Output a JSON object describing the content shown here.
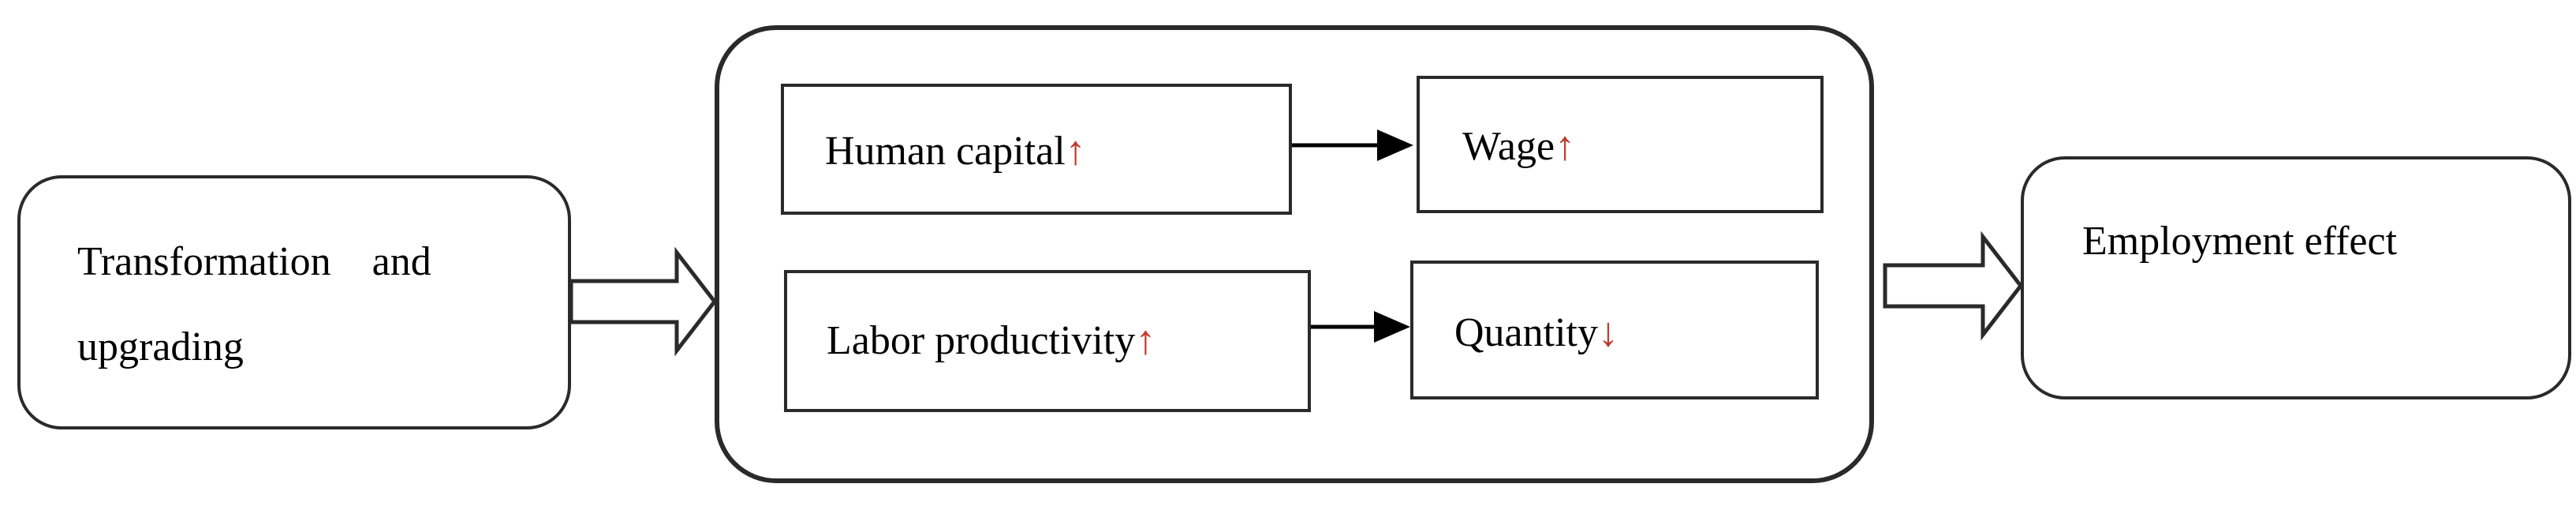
{
  "diagram": {
    "source": {
      "line1": "Transformation    and",
      "line2": "upgrading"
    },
    "mechanisms": {
      "human_capital": {
        "label": "Human capital",
        "symbol": "↑"
      },
      "wage": {
        "label": "Wage",
        "symbol": "↑"
      },
      "labor_productivity": {
        "label": "Labor productivity",
        "symbol": "↑"
      },
      "quantity": {
        "label": "Quantity",
        "symbol": "↓"
      }
    },
    "outcome": {
      "label": "Employment effect"
    }
  },
  "colors": {
    "border": "#2a2a2a",
    "symbol": "#c0392b"
  }
}
